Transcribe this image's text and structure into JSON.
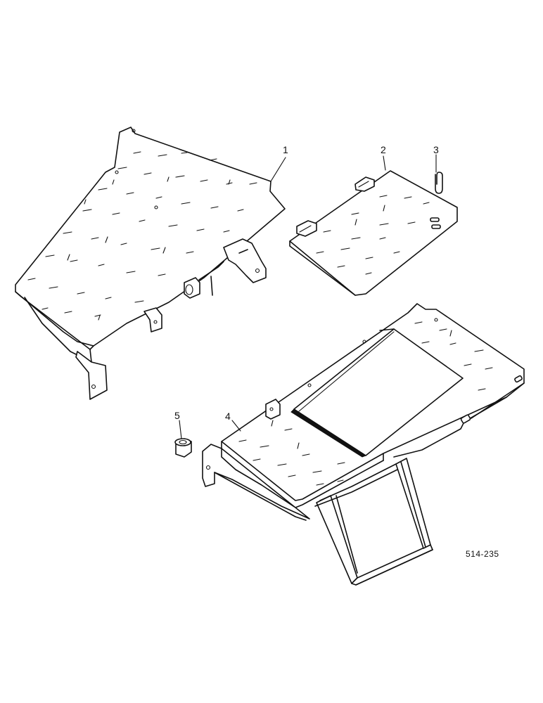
{
  "callouts": {
    "p1": "1",
    "p2": "2",
    "p3": "3",
    "p4": "4",
    "p5": "5"
  },
  "figure_ref": "514-235",
  "colors": {
    "ink": "#111111",
    "paper": "#ffffff"
  }
}
